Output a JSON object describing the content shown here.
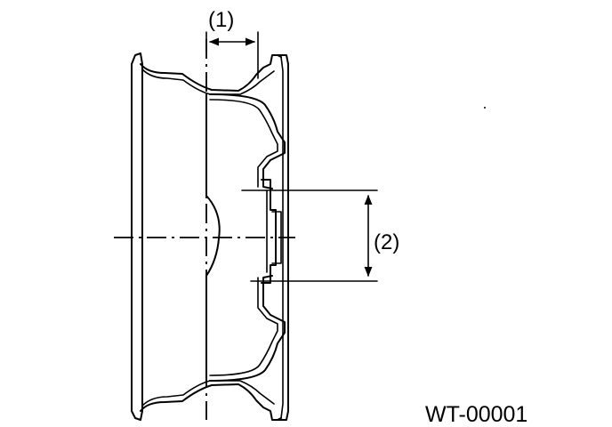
{
  "labels": {
    "dimension_1": "(1)",
    "dimension_2": "(2)",
    "figure_code": "WT-00001"
  },
  "colors": {
    "ink": "#000000",
    "background": "#ffffff"
  }
}
